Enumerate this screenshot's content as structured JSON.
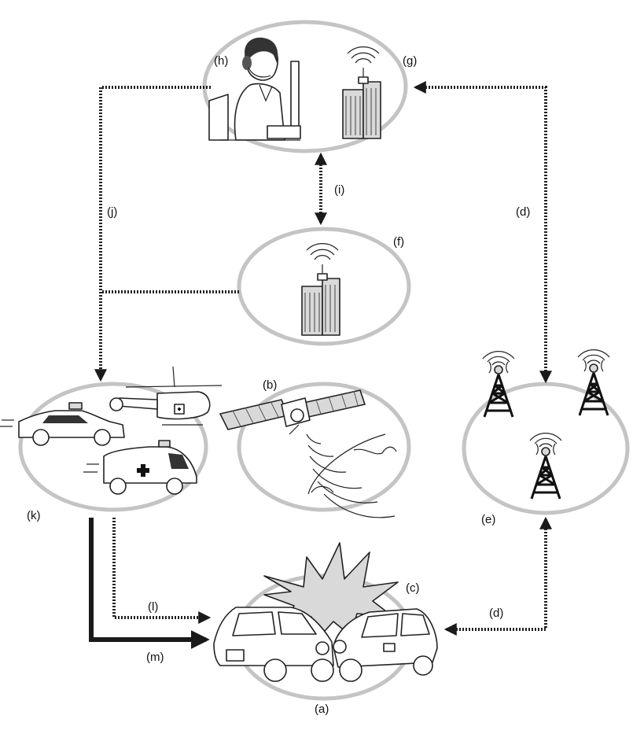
{
  "labels": {
    "a": "(a)",
    "b": "(b)",
    "c": "(c)",
    "d_upper": "(d)",
    "d_lower": "(d)",
    "e": "(e)",
    "f": "(f)",
    "g": "(g)",
    "h": "(h)",
    "i": "(i)",
    "j": "(j)",
    "k": "(k)",
    "l": "(l)",
    "m": "(m)"
  }
}
